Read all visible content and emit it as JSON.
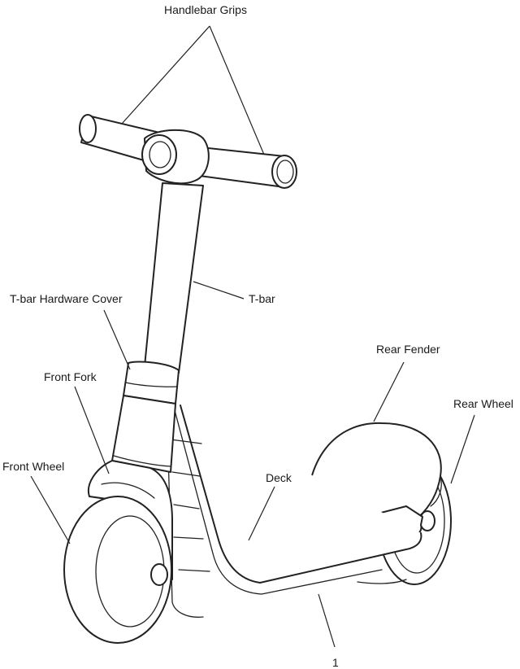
{
  "labels": {
    "handlebar_grips": "Handlebar Grips",
    "t_bar": "T-bar",
    "t_bar_hardware_cover": "T-bar Hardware Cover",
    "front_fork": "Front Fork",
    "front_wheel": "Front Wheel",
    "rear_fender": "Rear Fender",
    "rear_wheel": "Rear Wheel",
    "deck": "Deck",
    "page_number": "1"
  }
}
